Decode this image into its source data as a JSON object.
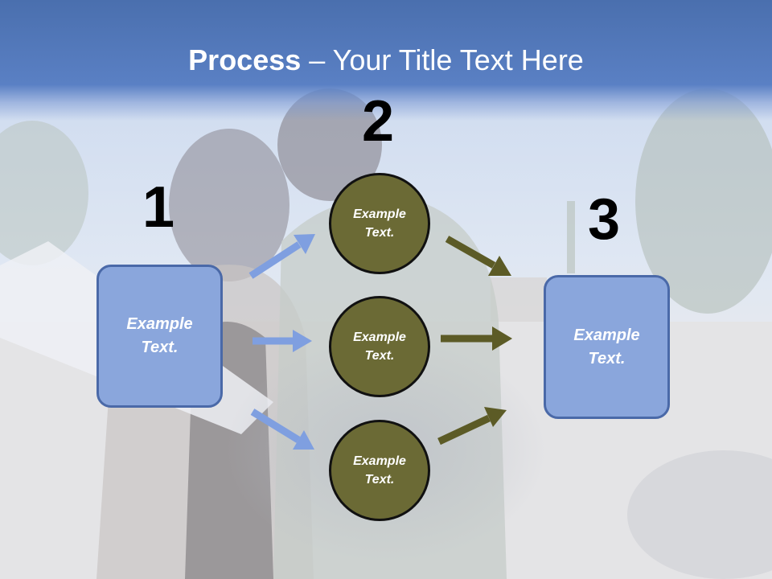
{
  "title": {
    "bold": "Process",
    "rest": " – Your Title Text Here"
  },
  "steps": {
    "one": "1",
    "two": "2",
    "three": "3"
  },
  "boxes": {
    "left": "Example\nText.",
    "right": "Example\nText."
  },
  "circles": {
    "top": "Example\nText.",
    "middle": "Example\nText.",
    "bottom": "Example\nText."
  },
  "colors": {
    "title_band": "#5a80c4",
    "box_fill": "#8aa6dc",
    "box_border": "#4a69a8",
    "circle_fill": "#6b6a35",
    "blue_arrow": "#7f9fe0",
    "olive_arrow": "#5c5b26"
  }
}
